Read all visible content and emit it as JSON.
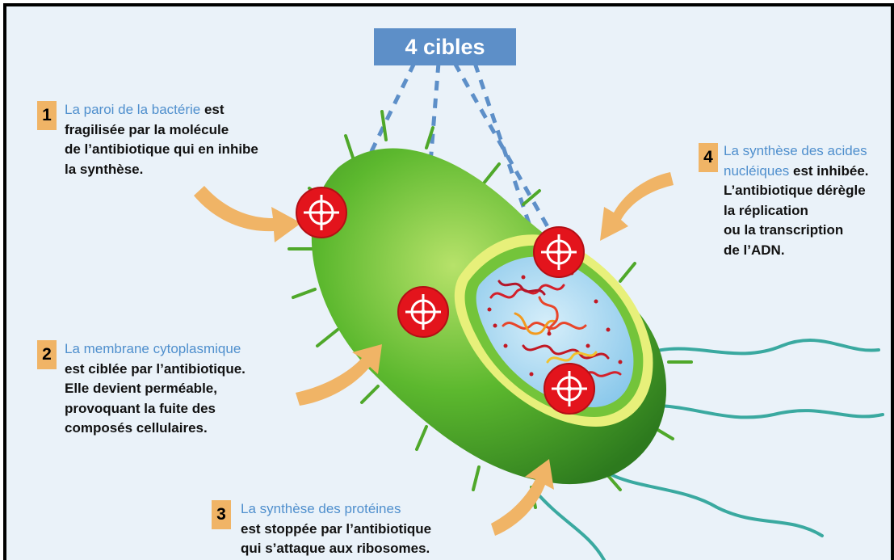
{
  "title": "4 cibles",
  "targets": [
    {
      "number": "1",
      "highlight": "La paroi de la bactérie",
      "text_after": " est",
      "lines": [
        "fragilisée par la molécule",
        "de l’antibiotique qui en inhibe",
        "la synthèse."
      ]
    },
    {
      "number": "2",
      "highlight": "La membrane cytoplasmique",
      "lines": [
        "est ciblée par l’antibiotique.",
        "Elle devient perméable,",
        "provoquant la fuite des",
        "composés cellulaires."
      ]
    },
    {
      "number": "3",
      "highlight": "La synthèse des protéines",
      "lines": [
        "est stoppée par l’antibiotique",
        "qui s’attaque aux ribosomes."
      ]
    },
    {
      "number": "4",
      "highlight": "La synthèse des acides",
      "highlight2": "nucléiques",
      "text_after": " est inhibée.",
      "lines": [
        "L’antibiotique dérègle",
        "la réplication",
        "ou la transcription",
        "de l’ADN."
      ]
    }
  ],
  "colors": {
    "background": "#eaf2f9",
    "title_box": "#5d8fc8",
    "highlight_text": "#4f8fcd",
    "number_badge": "#f0b466",
    "arrow": "#f0b466",
    "bacterium_body": "#5cb82e",
    "target_marker": "#e3141c",
    "cytoplasm": "#9fd4ef",
    "flagella": "#3aa9a0"
  }
}
